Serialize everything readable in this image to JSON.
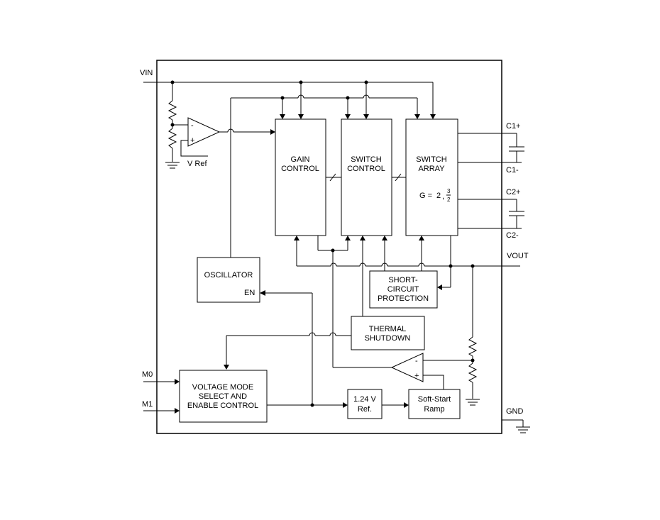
{
  "pins": {
    "vin": "VIN",
    "m0": "M0",
    "m1": "M1",
    "c1p": "C1+",
    "c1m": "C1-",
    "c2p": "C2+",
    "c2m": "C2-",
    "vout": "VOUT",
    "gnd": "GND"
  },
  "blocks": {
    "gain_control": [
      "GAIN",
      "CONTROL"
    ],
    "switch_control": [
      "SWITCH",
      "CONTROL"
    ],
    "switch_array": [
      "SWITCH",
      "ARRAY"
    ],
    "gain_formula": {
      "prefix": "G =",
      "base": "2",
      "sep": ",",
      "num": "3",
      "den": "2"
    },
    "oscillator": "OSCILLATOR",
    "en": "EN",
    "short_circuit": [
      "SHORT-",
      "CIRCUIT",
      "PROTECTION"
    ],
    "thermal": [
      "THERMAL",
      "SHUTDOWN"
    ],
    "voltage_mode": [
      "VOLTAGE MODE",
      "SELECT AND",
      "ENABLE CONTROL"
    ],
    "ref_124": [
      "1.24 V",
      "Ref."
    ],
    "soft_start": [
      "Soft-Start",
      "Ramp"
    ]
  },
  "labels": {
    "vref": "V Ref",
    "minus": "-",
    "plus": "+"
  }
}
